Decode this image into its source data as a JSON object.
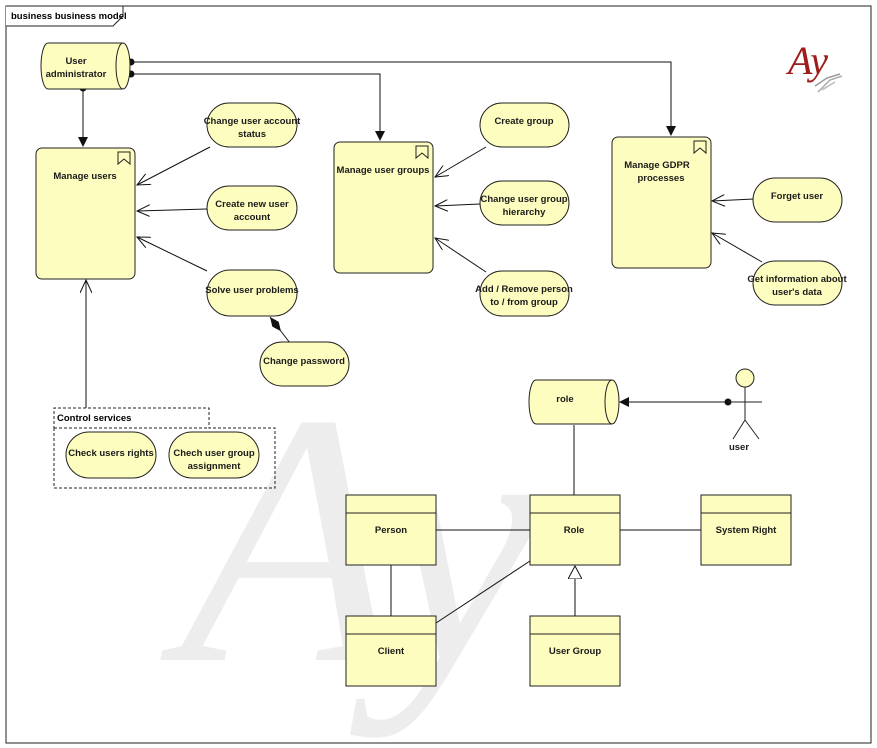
{
  "diagram": {
    "frame_title": "business business model",
    "logo_text": "Ay",
    "watermark_text": "Ay",
    "nodes": {
      "user_admin": [
        "User",
        "administrator"
      ],
      "manage_users": [
        "Manage users"
      ],
      "manage_groups": [
        "Manage user groups"
      ],
      "manage_gdpr": [
        "Manage GDPR",
        "processes"
      ],
      "change_status": [
        "Change user account",
        "status"
      ],
      "create_account": [
        "Create new user",
        "account"
      ],
      "solve_problems": [
        "Solve user problems"
      ],
      "change_password": [
        "Change password"
      ],
      "create_group": [
        "Create group"
      ],
      "change_hierarchy": [
        "Change user group",
        "hierarchy"
      ],
      "add_remove": [
        "Add / Remove person",
        "to / from group"
      ],
      "forget_user": [
        "Forget user"
      ],
      "get_info": [
        "Get information about",
        "user's data"
      ],
      "control_services": [
        "Control services"
      ],
      "check_rights": [
        "Check users rights"
      ],
      "check_assignment": [
        "Chech user group",
        "assignment"
      ],
      "role_cyl": [
        "role"
      ],
      "user_actor": [
        "user"
      ],
      "person": [
        "Person"
      ],
      "role_cls": [
        "Role"
      ],
      "system_right": [
        "System Right"
      ],
      "client": [
        "Client"
      ],
      "user_group": [
        "User Group"
      ]
    }
  },
  "colors": {
    "fill": "#fdfdc0",
    "stroke": "#222222",
    "logo": "#a01c1c"
  }
}
